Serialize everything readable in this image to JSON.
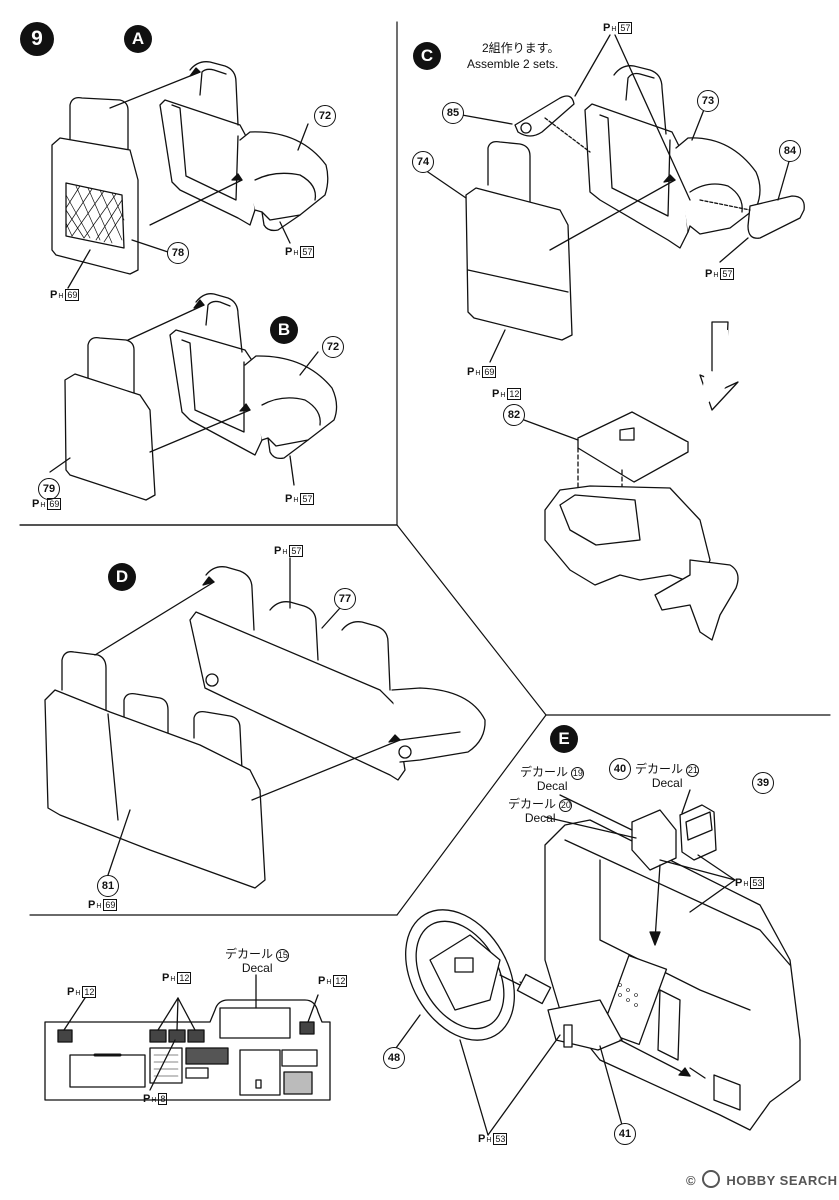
{
  "step": "9",
  "sections": {
    "A": "A",
    "B": "B",
    "C": "C",
    "D": "D",
    "E": "E"
  },
  "parts": {
    "p72a": "72",
    "p78": "78",
    "p72b": "72",
    "p79": "79",
    "p85": "85",
    "p73": "73",
    "p74": "74",
    "p84": "84",
    "p82": "82",
    "p77": "77",
    "p81": "81",
    "p40": "40",
    "p39": "39",
    "p48": "48",
    "p41": "41"
  },
  "paint": {
    "prefix": "P",
    "sub": "H",
    "a57": "57",
    "a69": "69",
    "b57": "57",
    "b69": "69",
    "c57top": "57",
    "c57": "57",
    "c69": "69",
    "c12": "12",
    "d57": "57",
    "d69": "69",
    "e53a": "53",
    "e53b": "53",
    "f12a": "12",
    "f12b": "12",
    "f12c": "12",
    "f8": "8"
  },
  "assemble": {
    "jp": "2組作ります。",
    "en": "Assemble 2 sets."
  },
  "decals": {
    "word_jp": "デカール",
    "word_en": "Decal",
    "d19": "19",
    "d21": "21",
    "d20": "20",
    "d15": "15"
  },
  "watermark": "HOBBY SEARCH",
  "watermark_mark": "©"
}
